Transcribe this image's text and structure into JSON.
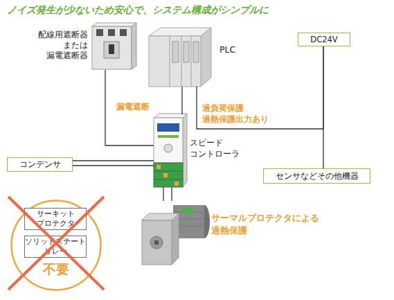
{
  "diagram": {
    "title": "ノイズ発生が少ないため安心で、システム構成がシンプルに",
    "nodes": [
      {
        "text": [
          "配線用遮断器 または 漏電遮断器"
        ]
      },
      {
        "text": [
          "PLC"
        ]
      },
      {
        "text": [
          "DC24V"
        ]
      },
      {
        "text": [
          "スピード コントローラ"
        ]
      },
      {
        "text": [
          "コンデンサ"
        ]
      },
      {
        "text": [
          "センサなどその他機器"
        ]
      },
      {
        "text": [
          "不要"
        ]
      },
      {
        "text": [
          "サーキット プロテクタ"
        ],
        "in": 6
      },
      {
        "text": [
          "ソリッドステート リレー"
        ],
        "in": 6
      },
      {
        "text": [
          "サーマルプロテクタによる 過熱保護"
        ]
      }
    ],
    "edges": [
      {
        "from": 0,
        "to": 3,
        "label": "漏電遮断",
        "arrow": "none"
      },
      {
        "from": 1,
        "to": 3,
        "label": "過負荷保護 過熱保護出力あり",
        "arrow": "none"
      },
      {
        "from": 1,
        "to": 2,
        "arrow": "none"
      },
      {
        "from": 2,
        "to": 5,
        "arrow": "none"
      },
      {
        "from": 4,
        "to": 3,
        "arrow": "none"
      },
      {
        "from": 3,
        "to": 9,
        "arrow": "none"
      }
    ]
  }
}
